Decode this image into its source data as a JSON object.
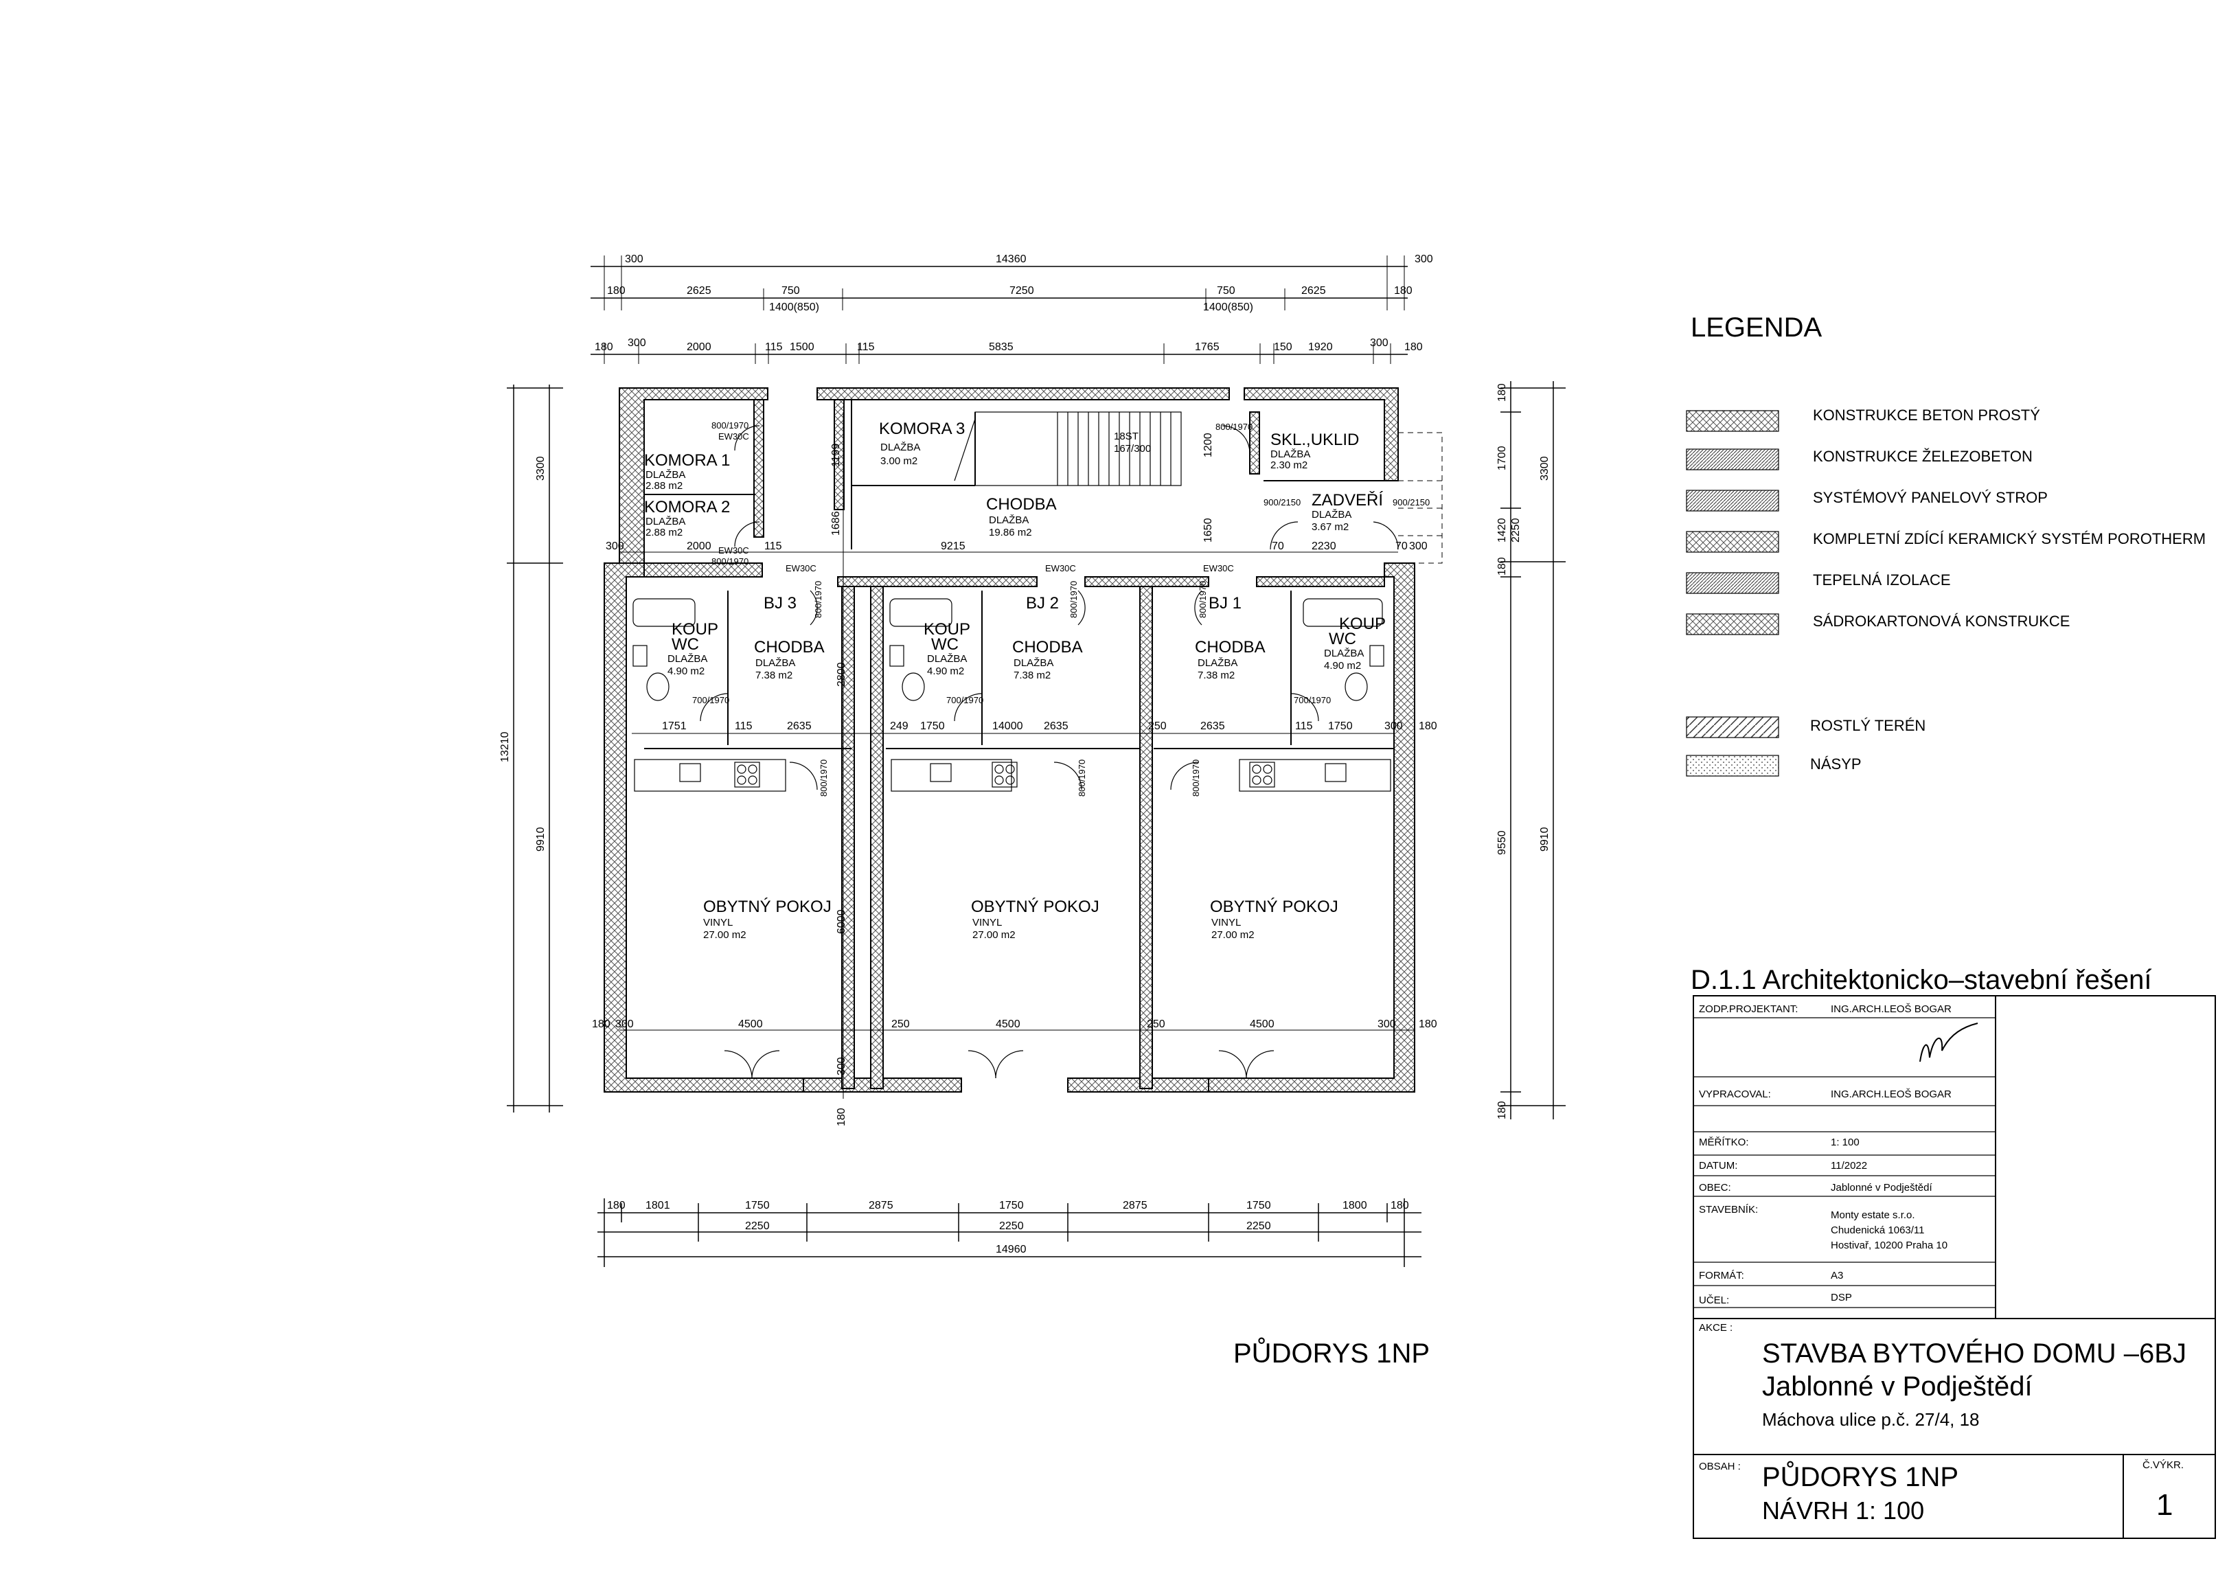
{
  "dims": {
    "top1": {
      "a": "300",
      "b": "14360",
      "c": "300"
    },
    "top2": [
      "180",
      "2625",
      "750",
      "7250",
      "750",
      "2625",
      "180"
    ],
    "top2sub": [
      "1400(850)",
      "1400(850)"
    ],
    "top3": [
      "180",
      "300",
      "2000",
      "115",
      "1500",
      "115",
      "5835",
      "1765",
      "150",
      "1920",
      "300",
      "180"
    ],
    "left": [
      "3300",
      "13210",
      "9910"
    ],
    "right1": [
      "180",
      "1700",
      "1420",
      "180",
      "9550",
      "180"
    ],
    "right1b": "2250",
    "right2": [
      "3300",
      "9910"
    ],
    "bottom1": [
      "180",
      "1801",
      "1750",
      "2875",
      "1750",
      "2875",
      "1750",
      "1800",
      "180"
    ],
    "bottom2": [
      "2250",
      "2250",
      "2250"
    ],
    "bottom3": "14960"
  },
  "rooms": {
    "komora1": {
      "name": "KOMORA 1",
      "fin": "DLAŽBA",
      "area": "2.88 m2"
    },
    "komora2": {
      "name": "KOMORA 2",
      "fin": "DLAŽBA",
      "area": "2.88 m2"
    },
    "komora3": {
      "name": "KOMORA 3",
      "fin": "DLAŽBA",
      "area": "3.00 m2"
    },
    "chodba": {
      "name": "CHODBA",
      "fin": "DLAŽBA",
      "area": "19.86 m2"
    },
    "sklad": {
      "name": "SKL.,UKLID",
      "fin": "DLAŽBA",
      "area": "2.30 m2"
    },
    "zadveri": {
      "name": "ZADVEŘÍ",
      "fin": "DLAŽBA",
      "area": "3.67 m2"
    },
    "stairs": "18ST\n167/300",
    "units": [
      {
        "bj": "BJ 3",
        "koup": "KOUP",
        "wc": "WC",
        "kfin": "DLAŽBA",
        "karea": "4.90 m2",
        "ch": "CHODBA",
        "chfin": "DLAŽBA",
        "charea": "7.38 m2",
        "ob": "OBYTNÝ POKOJ",
        "obfin": "VINYL",
        "obarea": "27.00 m2"
      },
      {
        "bj": "BJ 2",
        "koup": "KOUP",
        "wc": "WC",
        "kfin": "DLAŽBA",
        "karea": "4.90 m2",
        "ch": "CHODBA",
        "chfin": "DLAŽBA",
        "charea": "7.38 m2",
        "ob": "OBYTNÝ POKOJ",
        "obfin": "VINYL",
        "obarea": "27.00 m2"
      },
      {
        "bj": "BJ 1",
        "koup": "KOUP",
        "wc": "WC",
        "kfin": "DLAŽBA",
        "karea": "4.90 m2",
        "ch": "CHODBA",
        "chfin": "DLAŽBA",
        "charea": "7.38 m2",
        "ob": "OBYTNÝ POKOJ",
        "obfin": "VINYL",
        "obarea": "27.00 m2"
      }
    ]
  },
  "doors": {
    "d800": "800/1970",
    "d700": "700/1970",
    "d900": "900/2150",
    "ew": "EW30C"
  },
  "inner": {
    "w9215": "9215",
    "w2000": "2000",
    "w115": "115",
    "w300": "300",
    "w1686": "1686",
    "w1199": "1199",
    "w1200": "1200",
    "w1650": "1650",
    "w150": "150",
    "w70": "70",
    "w2230": "2230",
    "w1751": "1751",
    "w2635": "2635",
    "w249": "249",
    "w1750": "1750",
    "w14000": "14000",
    "w250": "250",
    "w2800": "2800",
    "w6000": "6000",
    "w4500": "4500",
    "w180": "180"
  },
  "legend": {
    "title": "LEGENDA",
    "items": [
      "KONSTRUKCE  BETON PROSTÝ",
      "KONSTRUKCE ŽELEZOBETON",
      "SYSTÉMOVÝ PANELOVÝ STROP",
      "KOMPLETNÍ ZDÍCÍ KERAMICKÝ SYSTÉM POROTHERM",
      "TEPELNÁ IZOLACE",
      "SÁDROKARTONOVÁ KONSTRUKCE"
    ],
    "items2": [
      "ROSTLÝ TERÉN",
      "NÁSYP"
    ]
  },
  "drawing_title": "PŮDORYS 1NP",
  "titleblock": {
    "header": "D.1.1  Architektonicko–stavební řešení",
    "rows": [
      {
        "k": "ZODP.PROJEKTANT:",
        "v": "ING.ARCH.LEOŠ BOGAR"
      },
      {
        "k": "VYPRACOVAL:",
        "v": "ING.ARCH.LEOŠ BOGAR"
      },
      {
        "k": "MĚŘÍTKO:",
        "v": "1: 100"
      },
      {
        "k": "DATUM:",
        "v": "11/2022"
      },
      {
        "k": "OBEC:",
        "v": "Jablonné v Podještědí"
      },
      {
        "k": "STAVEBNÍK:",
        "v": "Monty estate s.r.o.",
        "v2": "Chudenická 1063/11",
        "v3": "Hostivař, 10200 Praha 10"
      },
      {
        "k": "FORMÁT:",
        "v": "A3"
      },
      {
        "k": "UČEL:",
        "v": "DSP"
      }
    ],
    "akce_label": "AKCE :",
    "akce1": "STAVBA BYTOVÉHO DOMU –6BJ",
    "akce2": "Jablonné v Podještědí",
    "akce3": "Máchova ulice  p.č. 27/4, 18",
    "obsah_label": "OBSAH :",
    "obsah1": "PŮDORYS   1NP",
    "obsah2": "NÁVRH    1: 100",
    "cvykr_label": "Č.VÝKR.",
    "cvykr": "1"
  }
}
